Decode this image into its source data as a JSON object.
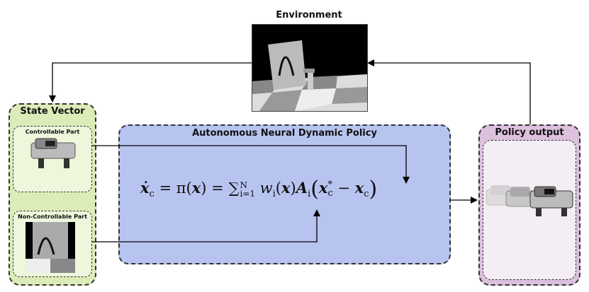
{
  "environment": {
    "title": "Environment"
  },
  "state_vector": {
    "title": "State Vector",
    "controllable_label": "Controllable Part",
    "non_controllable_label": "Non-Controllable Part"
  },
  "policy": {
    "title": "Autonomous Neural Dynamic Policy",
    "equation": {
      "lhs": "ẋ",
      "lhs_sub": "c",
      "eq1": " = π(",
      "x1": "x",
      "eq1_close": ") = ",
      "sum": "∑",
      "sum_sup": "N",
      "sum_sub": "i=1",
      "w": " w",
      "w_sub": "i",
      "paren_open": "(",
      "x2": "x",
      "paren_close": ")",
      "A": "A",
      "A_sub": "i",
      "big_open": "(",
      "x3": "x",
      "x3_sup": "*",
      "x3_sub": "c",
      "minus": " − ",
      "x4": "x",
      "x4_sub": "c",
      "big_close": ")"
    }
  },
  "policy_output": {
    "title": "Policy output"
  },
  "colors": {
    "state_bg": "#dcecb8",
    "state_inner_bg": "#eef6dc",
    "policy_bg": "#b8c4f0",
    "output_bg": "#dcc0dc",
    "output_inner_bg": "#f4eef4"
  }
}
